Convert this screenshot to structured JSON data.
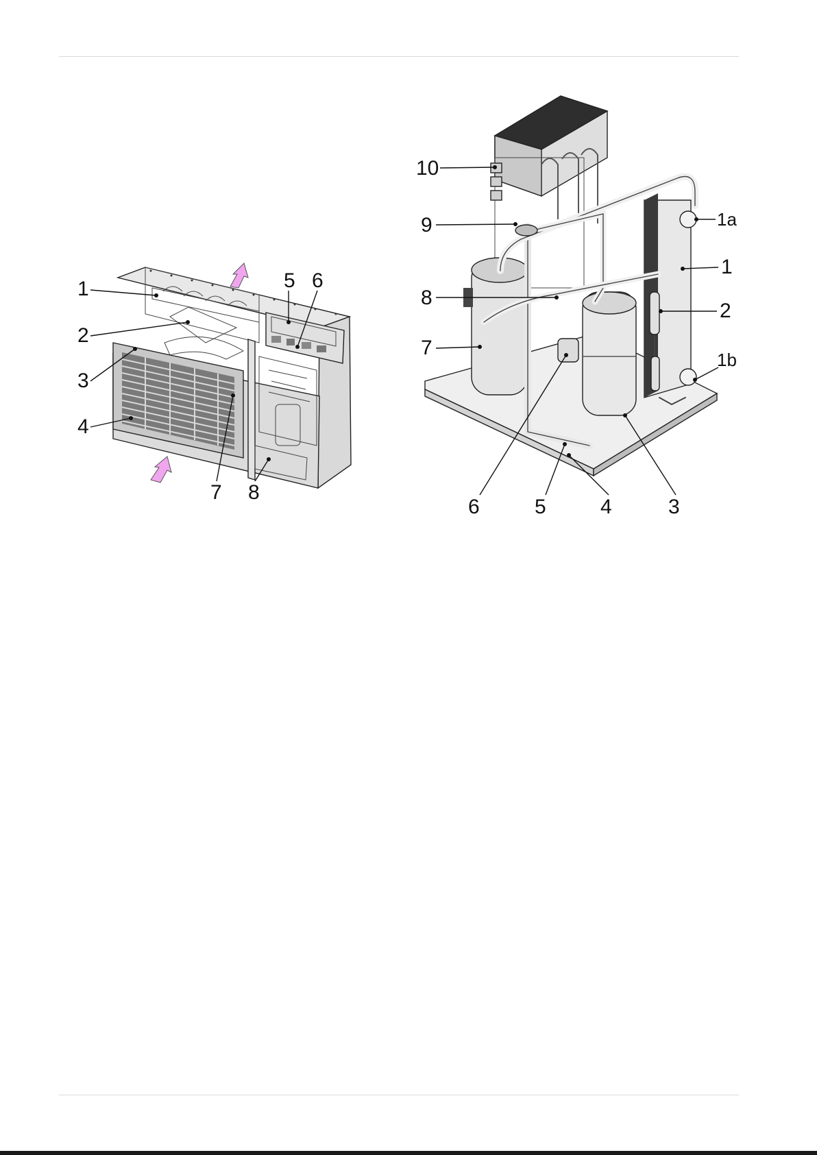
{
  "left_diagram": {
    "callouts": [
      "1",
      "2",
      "3",
      "4",
      "5",
      "6",
      "7",
      "8"
    ]
  },
  "right_diagram": {
    "callouts": [
      "10",
      "9",
      "8",
      "7",
      "1a",
      "1",
      "2",
      "1b",
      "6",
      "5",
      "4",
      "3"
    ]
  },
  "colors": {
    "airflow_arrow": "#f0a6ee",
    "panel_light": "#eeeeee",
    "panel_mid": "#d6d6d6",
    "panel_dark": "#a8a8a8"
  }
}
